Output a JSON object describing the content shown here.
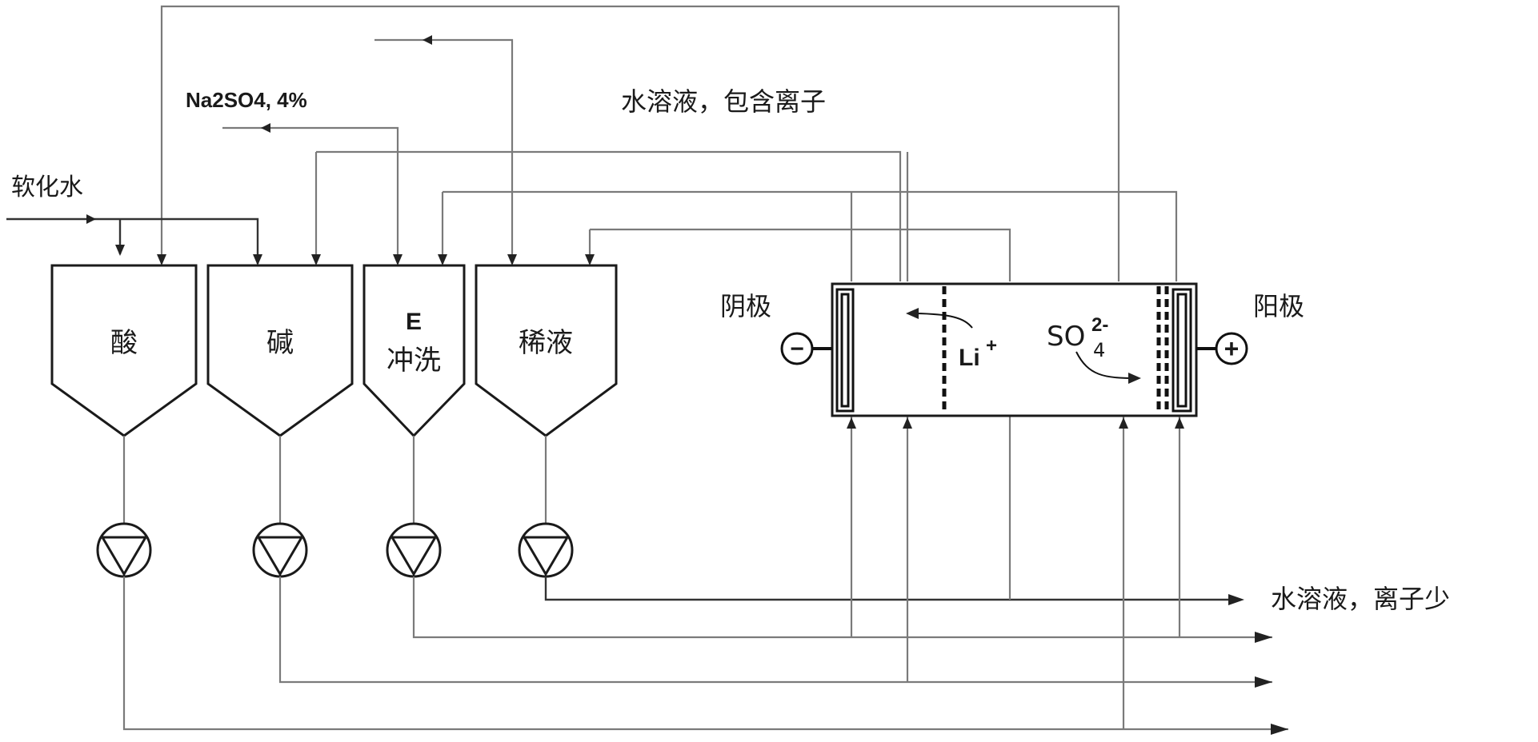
{
  "labels": {
    "softened_water": "软化水",
    "na2so4": "Na2SO4, 4%",
    "aqueous_with_ions": "水溶液，包含离子",
    "aqueous_low_ions": "水溶液，离子少",
    "cathode": "阴极",
    "anode": "阳极",
    "li_ion": "Li",
    "li_charge": "+",
    "so4_base": "SO",
    "so4_sub": "4",
    "so4_sup": "2-"
  },
  "tanks": [
    {
      "id": "acid",
      "line1": "",
      "line2": "酸"
    },
    {
      "id": "base",
      "line1": "",
      "line2": "碱"
    },
    {
      "id": "e-rinse",
      "line1": "E",
      "line2": "冲洗"
    },
    {
      "id": "dilute",
      "line1": "",
      "line2": "稀液"
    }
  ],
  "electrode_signs": {
    "cathode": "−",
    "anode": "+"
  }
}
